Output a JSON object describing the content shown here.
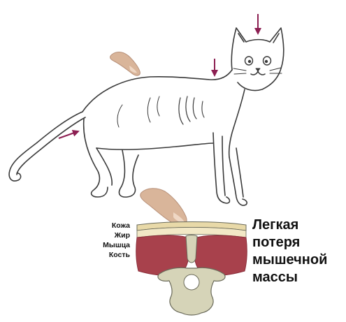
{
  "layers": [
    "Кожа",
    "Жир",
    "Мышца",
    "Кость"
  ],
  "caption": [
    "Легкая",
    "потеря",
    "мышечной",
    "массы"
  ],
  "colors": {
    "outline": "#3a3a3a",
    "finger": "#d9b59a",
    "finger_shadow": "#b8917a",
    "nail": "#efd7c4",
    "arrow": "#8c1f52",
    "skin": "#e8d9a8",
    "fat": "#f2e8c6",
    "muscle": "#a8414c",
    "muscle_dark": "#8a2e3a",
    "bone": "#d6d4b8",
    "bone_outline": "#6a6a5a"
  }
}
